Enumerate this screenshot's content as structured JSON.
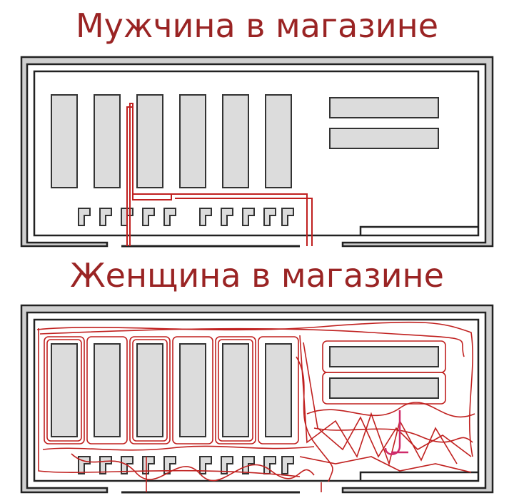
{
  "panels": [
    {
      "title": "Мужчина в магазине",
      "path_style": "direct"
    },
    {
      "title": "Женщина в магазине",
      "path_style": "wandering"
    }
  ],
  "colors": {
    "title": "#9a2424",
    "wall": "#222222",
    "aisle_fill": "#dcdcdc",
    "aisle_stroke": "#333333",
    "path": "#c0201f",
    "path_alt": "#cf2b6a",
    "corridor": "#cfcfcf"
  }
}
